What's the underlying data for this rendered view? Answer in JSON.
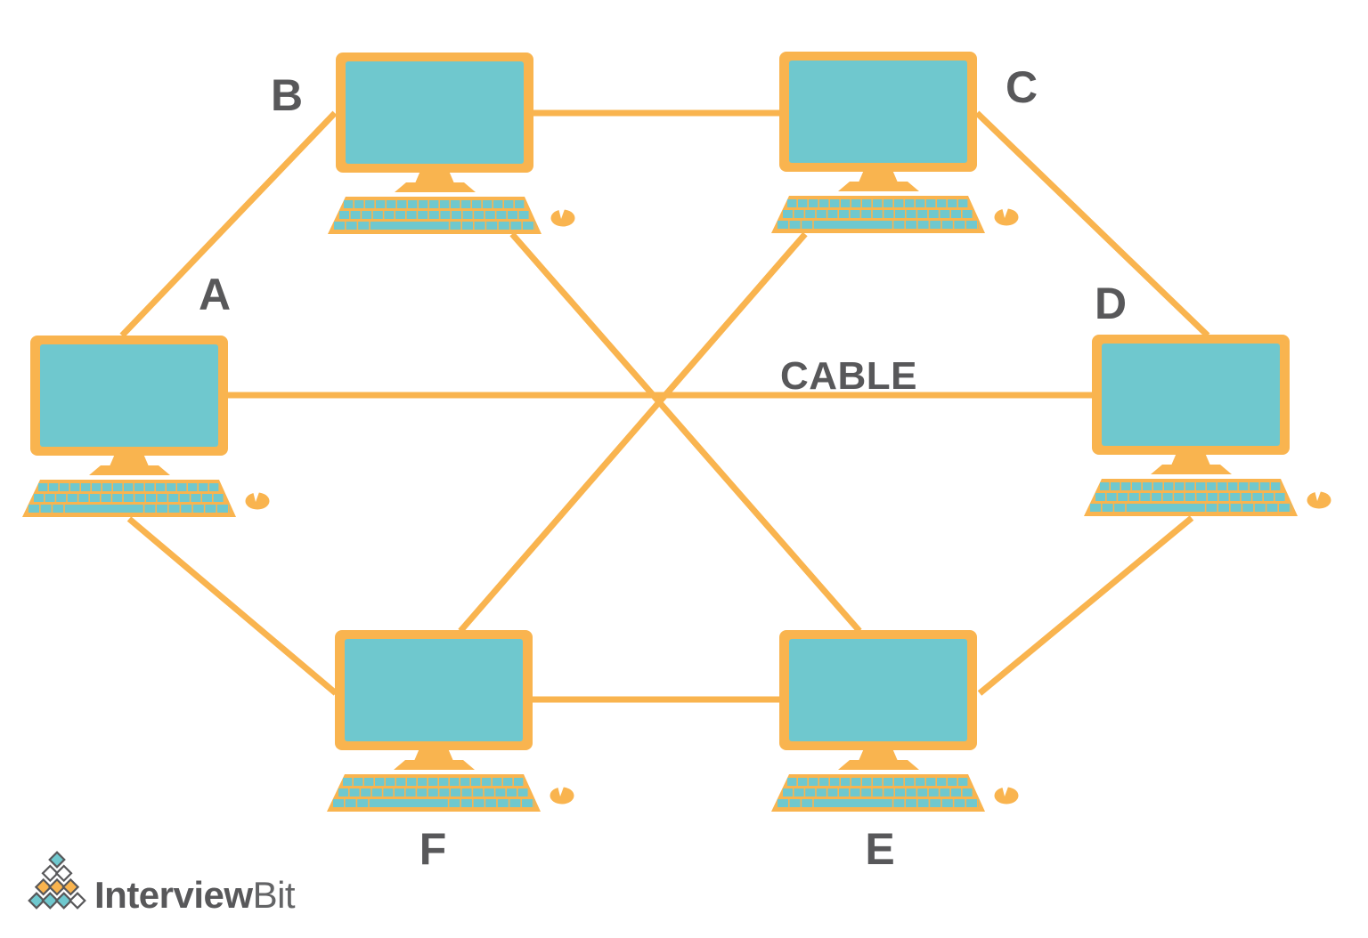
{
  "diagram": {
    "type": "mesh-network-topology",
    "cable_label": "CABLE",
    "nodes": [
      {
        "id": "A",
        "label": "A"
      },
      {
        "id": "B",
        "label": "B"
      },
      {
        "id": "C",
        "label": "C"
      },
      {
        "id": "D",
        "label": "D"
      },
      {
        "id": "E",
        "label": "E"
      },
      {
        "id": "F",
        "label": "F"
      }
    ],
    "edges": [
      {
        "from": "A",
        "to": "B"
      },
      {
        "from": "B",
        "to": "C"
      },
      {
        "from": "C",
        "to": "D"
      },
      {
        "from": "D",
        "to": "E"
      },
      {
        "from": "E",
        "to": "F"
      },
      {
        "from": "F",
        "to": "A"
      },
      {
        "from": "A",
        "to": "D"
      },
      {
        "from": "B",
        "to": "E"
      },
      {
        "from": "C",
        "to": "F"
      }
    ]
  },
  "branding": {
    "logo_primary": "Interview",
    "logo_secondary": "Bit"
  },
  "colors": {
    "device": "#F9B44F",
    "screen": "#6FC8CE",
    "label": "#58585A",
    "logo-teal": "#6FC8CE",
    "logo-orange": "#F9B44F",
    "logo-outline": "#58585A",
    "logo-text": "#58585A",
    "logo-text-light": "#636466"
  }
}
